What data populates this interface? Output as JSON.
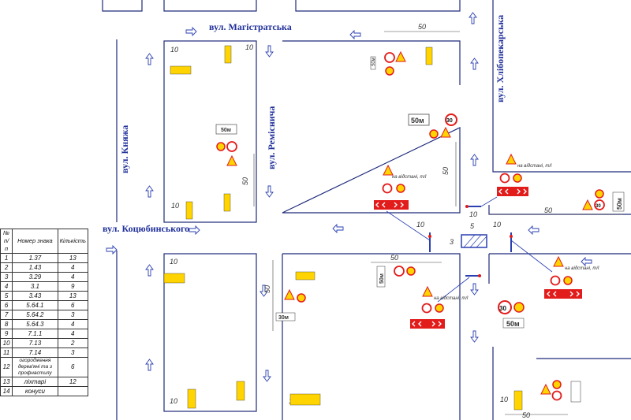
{
  "streets": {
    "magistratska": "вул. Магістратська",
    "khlibopekarska": "вул. Хлібопекарська",
    "knyazha": "вул. Княжа",
    "remisnycha": "вул. Ремісничa",
    "kotsiubynskoho": "вул. Коцюбинського"
  },
  "dimensions": {
    "d50_top": "50",
    "d50_mid": "50",
    "d50_right": "50",
    "d50_left": "50",
    "d50_lower": "50",
    "d50_bottom": "50",
    "d50_bl": "50",
    "d10_a": "10",
    "d10_b": "10",
    "d10_c": "10",
    "d10_d": "10",
    "d10_e": "10",
    "d10_f": "10",
    "d10_g": "10",
    "d10_h": "10",
    "d10_i": "10",
    "d10_j": "10",
    "d5": "5",
    "d3": "3"
  },
  "signs": {
    "dist_50m_a": "50м",
    "dist_50m_b": "50м",
    "dist_50m_c": "50м",
    "dist_50m_d": "50м",
    "dist_50m_e": "50м",
    "dist_30m": "30м",
    "speed_30_a": "30",
    "speed_30_b": "30",
    "speed_30_c": "30",
    "note_a": "на відстані, m/l",
    "note_b": "на відстані, m/l",
    "note_c": "на відстані, m/l",
    "note_d": "на відстані, m/l"
  },
  "legend": {
    "headers": [
      "№ п/п",
      "Номер знака",
      "Кількість"
    ],
    "rows": [
      [
        "1",
        "1.37",
        "13"
      ],
      [
        "2",
        "1.43",
        "4"
      ],
      [
        "3",
        "3.29",
        "4"
      ],
      [
        "4",
        "3.1",
        "9"
      ],
      [
        "5",
        "3.43",
        "13"
      ],
      [
        "6",
        "5.64.1",
        "6"
      ],
      [
        "7",
        "5.64.2",
        "3"
      ],
      [
        "8",
        "5.64.3",
        "4"
      ],
      [
        "9",
        "7.1.1",
        "4"
      ],
      [
        "10",
        "7.13",
        "2"
      ],
      [
        "11",
        "7.14",
        "3"
      ],
      [
        "12",
        "огородження дерев'яні та з профнастилу",
        "6"
      ],
      [
        "13",
        "ліхтарі",
        "12"
      ],
      [
        "14",
        "конуси",
        ""
      ]
    ]
  },
  "colors": {
    "street_label": "#1f2f9a",
    "block_outline": "#1e2a7a",
    "sign_yellow": "#ffd400",
    "sign_red": "#e21b1b",
    "barrier_blue": "#2a3fb0"
  }
}
